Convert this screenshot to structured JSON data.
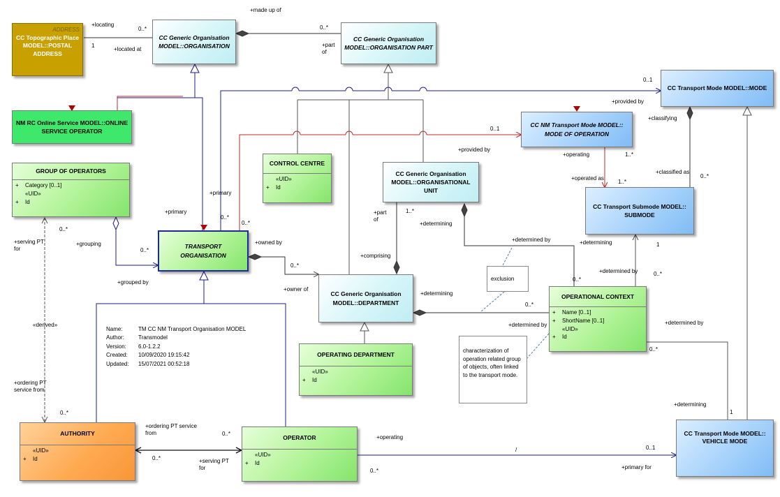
{
  "classes": {
    "address": {
      "stereotype": "ADDRESS",
      "name": "CC Topographic Place MODEL::POSTAL ADDRESS"
    },
    "organisation": {
      "name": "CC Generic Organisation MODEL::ORGANISATION"
    },
    "organisation_part": {
      "name": "CC Generic Organisation MODEL::ORGANISATION PART"
    },
    "transport_mode": {
      "name": "CC Transport Mode MODEL::MODE"
    },
    "online_service_operator": {
      "name": "NM RC Online Service MODEL::ONLINE SERVICE OPERATOR"
    },
    "mode_of_operation": {
      "name": "CC NM Transport Mode MODEL:: MODE OF OPERATION"
    },
    "group_of_operators": {
      "name": "GROUP OF OPERATORS",
      "attributes": [
        "Category [0..1]"
      ],
      "uid_stereotype": "«UID»",
      "uid_attr": "Id"
    },
    "control_centre": {
      "name": "CONTROL CENTRE",
      "uid_stereotype": "«UID»",
      "uid_attr": "Id"
    },
    "organisational_unit": {
      "name": "CC Generic Organisation MODEL::ORGANISATIONAL UNIT"
    },
    "submode": {
      "name": "CC Transport Submode MODEL:: SUBMODE"
    },
    "transport_organisation": {
      "name": "TRANSPORT ORGANISATION"
    },
    "department": {
      "name": "CC Generic Organisation MODEL::DEPARTMENT"
    },
    "operational_context": {
      "name": "OPERATIONAL CONTEXT",
      "attributes": [
        "Name [0..1]",
        "ShortName [0..1]"
      ],
      "uid_stereotype": "«UID»",
      "uid_attr": "Id"
    },
    "operating_department": {
      "name": "OPERATING DEPARTMENT",
      "uid_stereotype": "«UID»",
      "uid_attr": "Id"
    },
    "authority": {
      "name": "AUTHORITY",
      "uid_stereotype": "«UID»",
      "uid_attr": "Id"
    },
    "operator": {
      "name": "OPERATOR",
      "uid_stereotype": "«UID»",
      "uid_attr": "Id"
    },
    "vehicle_mode": {
      "name": "CC Transport Mode MODEL:: VEHICLE MODE"
    }
  },
  "notes": {
    "exclusion": "exclusion",
    "characterization": "characterization of operation related group of objects, often linked to the transport mode."
  },
  "plus_sign": "+",
  "diagram_info": {
    "name_key": "Name:",
    "name": "TM CC NM Transport Organisation MODEL",
    "author_key": "Author:",
    "author": "Transmodel",
    "version_key": "Version:",
    "version": "6.0-1.2.2",
    "created_key": "Created:",
    "created": "10/09/2020 19:15:42",
    "updated_key": "Updated:",
    "updated": "15/07/2021 00:52:18"
  },
  "labels": {
    "made_up_of": "+made up of",
    "locating": "+locating",
    "mult_0star_a": "0..*",
    "mult_1_a": "1",
    "located_at": "+located at",
    "mult_0star_b": "0..*",
    "part_of_a": "+part\nof",
    "mult_01_mode": "0..1",
    "provided_by_a": "+provided by",
    "classifying": "+classifying",
    "mult_01_moo": "0..1",
    "provided_by_b": "+provided by",
    "operating_a": "+operating",
    "mult_1star_a": "1..*",
    "operated_as": "+operated as",
    "mult_1star_b": "1..*",
    "classified_as": "+classified as",
    "mult_0star_c": "0..*",
    "primary_a": "+primary",
    "primary_b": "+primary",
    "mult_0star_d": "0..*",
    "mult_0star_e": "0..*",
    "part_of_b": "+part\nof",
    "mult_1star_c": "1..*",
    "determining_a": "+determining",
    "serving_pt_for_a": "+serving PT\nfor",
    "mult_0star_f": "0..*",
    "grouping": "+grouping",
    "mult_0star_g": "0..*",
    "owned_by": "+owned by",
    "mult_0star_h": "0..*",
    "determined_by_a": "+determined by",
    "determining_b": "+determining",
    "mult_1_b": "1",
    "comprising": "+comprising",
    "grouped_by": "+grouped by",
    "owner_of": "+owner of",
    "determining_c": "+determining",
    "mult_0star_i": "0..*",
    "determined_by_b": "+determined by",
    "mult_0star_j": "0..*",
    "derived": "«derived»",
    "determined_by_c": "+determined by",
    "determined_by_d": "+determined by",
    "mult_0star_k": "0..*",
    "ordering_pt_a": "+ordering PT\nservice from",
    "determining_d": "+determining",
    "mult_1_c": "1",
    "mult_0star_l": "0..*",
    "ordering_pt_b": "+ordering PT service\nfrom",
    "mult_0star_m": "0..*",
    "operating_b": "+operating",
    "mult_0star_n": "0..*",
    "serving_pt_for_b": "+serving PT\nfor",
    "slash": "/",
    "mult_01_vm": "0..1",
    "primary_for": "+primary for",
    "mult_0star_o": "0..*"
  }
}
